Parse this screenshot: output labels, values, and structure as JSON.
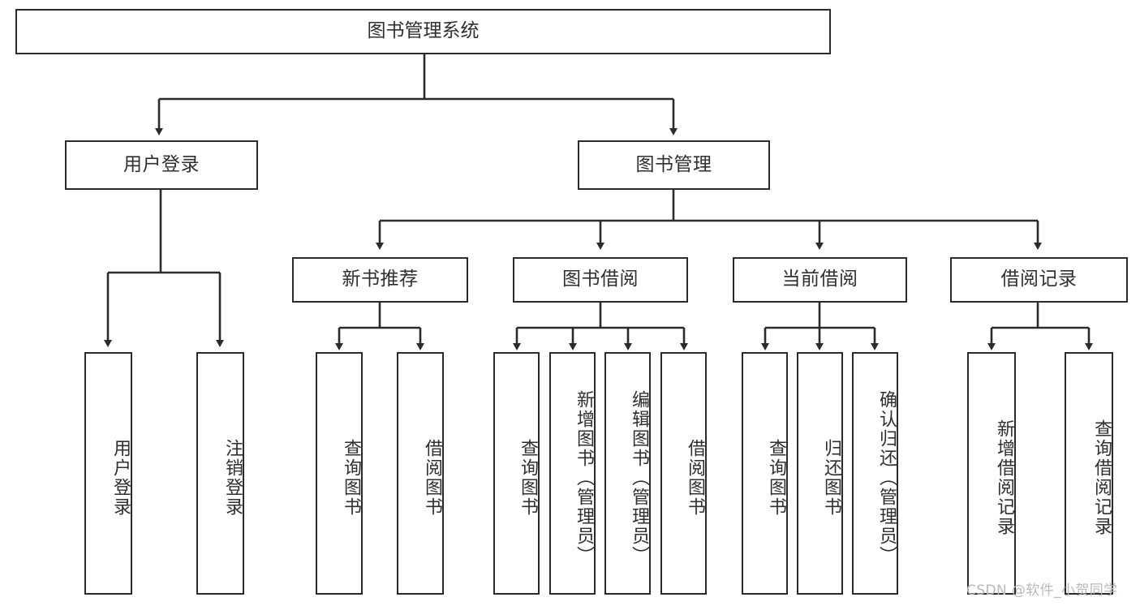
{
  "diagram": {
    "title": "图书管理系统",
    "type": "hierarchy-tree",
    "orientation": "top-down",
    "line_color": "#2b2b2b",
    "box_fill": "#ffffff",
    "text_color": "#2f2f2f",
    "watermark": "CSDN @软件_小贺同学",
    "watermark_color": "#b9b9b9"
  },
  "nodes": {
    "root": {
      "label": "图书管理系统",
      "level": 0
    },
    "level1": [
      {
        "id": "user-login",
        "label": "用户登录"
      },
      {
        "id": "book-manage",
        "label": "图书管理"
      }
    ],
    "level2": [
      {
        "id": "new-book-recommend",
        "label": "新书推荐",
        "parent": "book-manage"
      },
      {
        "id": "book-borrow",
        "label": "图书借阅",
        "parent": "book-manage"
      },
      {
        "id": "current-borrow",
        "label": "当前借阅",
        "parent": "book-manage"
      },
      {
        "id": "borrow-record",
        "label": "借阅记录",
        "parent": "book-manage"
      }
    ],
    "leaves": {
      "user-login": [
        {
          "id": "leaf-user-login",
          "label": "用户登录"
        },
        {
          "id": "leaf-user-logout",
          "label": "注销登录"
        }
      ],
      "new-book-recommend": [
        {
          "id": "leaf-query-book-1",
          "label": "查询图书"
        },
        {
          "id": "leaf-borrow-book-1",
          "label": "借阅图书"
        }
      ],
      "book-borrow": [
        {
          "id": "leaf-query-book-2",
          "label": "查询图书"
        },
        {
          "id": "leaf-add-book",
          "label": "新增图书（管理员）"
        },
        {
          "id": "leaf-edit-book",
          "label": "编辑图书（管理员）"
        },
        {
          "id": "leaf-borrow-book-2",
          "label": "借阅图书"
        }
      ],
      "current-borrow": [
        {
          "id": "leaf-query-book-3",
          "label": "查询图书"
        },
        {
          "id": "leaf-return-book",
          "label": "归还图书"
        },
        {
          "id": "leaf-confirm-return",
          "label": "确认归还（管理员）"
        }
      ],
      "borrow-record": [
        {
          "id": "leaf-add-record",
          "label": "新增借阅记录"
        },
        {
          "id": "leaf-query-record",
          "label": "查询借阅记录"
        }
      ]
    }
  }
}
